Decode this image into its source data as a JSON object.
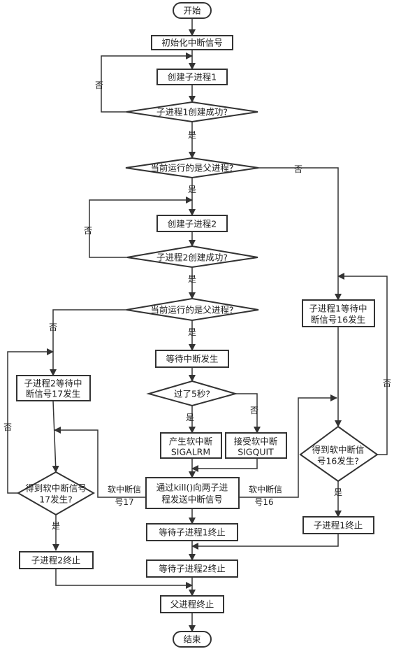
{
  "nodes": {
    "start": {
      "text": "开始"
    },
    "init_signal": {
      "text": "初始化中断信号"
    },
    "create_child1": {
      "text": "创建子进程1"
    },
    "child1_ok": {
      "text": "子进程1创建成功?"
    },
    "is_parent1": {
      "text": "当前运行的是父进程?"
    },
    "create_child2": {
      "text": "创建子进程2"
    },
    "child2_ok": {
      "text": "子进程2创建成功?"
    },
    "is_parent2": {
      "text": "当前运行的是父进程?"
    },
    "wait_interrupt": {
      "text": "等待中断发生"
    },
    "five_sec": {
      "text": "过了5秒?"
    },
    "sigalrm": {
      "line1": "产生软中断",
      "line2": "SIGALRM"
    },
    "sigquit": {
      "line1": "接受软中断",
      "line2": "SIGQUIT"
    },
    "kill_send": {
      "line1": "通过kill()向两子进",
      "line2": "程发送中断信号"
    },
    "wait_child1_end": {
      "text": "等待子进程1终止"
    },
    "wait_child2_end": {
      "text": "等待子进程2终止"
    },
    "parent_end": {
      "text": "父进程终止"
    },
    "end": {
      "text": "结束"
    },
    "child2_wait17": {
      "line1": "子进程2等待中",
      "line2": "断信号17发生"
    },
    "got17": {
      "line1": "得到软中断信号",
      "line2": "17发生?"
    },
    "child2_end": {
      "text": "子进程2终止"
    },
    "child1_wait16": {
      "line1": "子进程1等待中",
      "line2": "断信号16发生"
    },
    "got16": {
      "line1": "得到软中断信",
      "line2": "号16发生?"
    },
    "child1_end": {
      "text": "子进程1终止"
    }
  },
  "edge_labels": {
    "retry1_no": "否",
    "ok1_yes": "是",
    "parent1_no": "否",
    "parent1_yes": "是",
    "retry2_no": "否",
    "ok2_yes": "是",
    "parent2_no": "否",
    "parent2_yes": "是",
    "five_yes": "是",
    "five_no": "否",
    "sig17_line1": "软中断信",
    "sig17_line2": "号17",
    "sig16_line1": "软中断信",
    "sig16_line2": "号16",
    "got17_no": "否",
    "got17_yes": "是",
    "got16_no": "否",
    "got16_yes": "是"
  },
  "colors": {
    "stroke": "#333333",
    "text": "#222222",
    "fill": "#ffffff"
  }
}
